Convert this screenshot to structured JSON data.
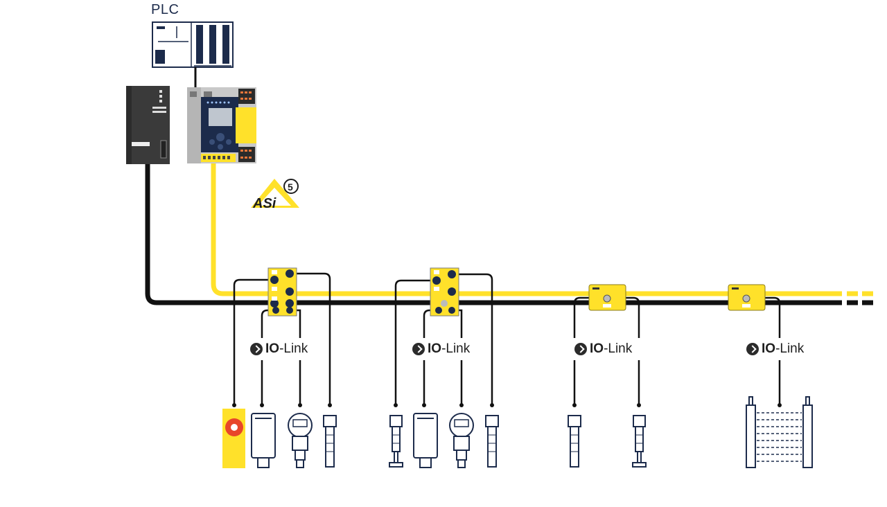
{
  "plc": {
    "label": "PLC"
  },
  "asi_logo": {
    "text": "ASi",
    "version": "5"
  },
  "io_link": [
    {
      "bold": "IO",
      "rest": "-Link"
    },
    {
      "bold": "IO",
      "rest": "-Link"
    },
    {
      "bold": "IO",
      "rest": "-Link"
    },
    {
      "bold": "IO",
      "rest": "-Link"
    }
  ],
  "colors": {
    "asi_yellow": "#ffe12a",
    "navy": "#1c2b4b",
    "black_cable": "#111111",
    "emergency_red": "#e8462a"
  },
  "icons": [
    "plc-rack-icon",
    "power-supply-icon",
    "asi-gateway-icon",
    "io-module-icon",
    "asi-module-icon",
    "emergency-stop-icon",
    "sensor-icon",
    "pressure-sensor-icon",
    "proximity-sensor-icon",
    "light-curtain-icon"
  ]
}
